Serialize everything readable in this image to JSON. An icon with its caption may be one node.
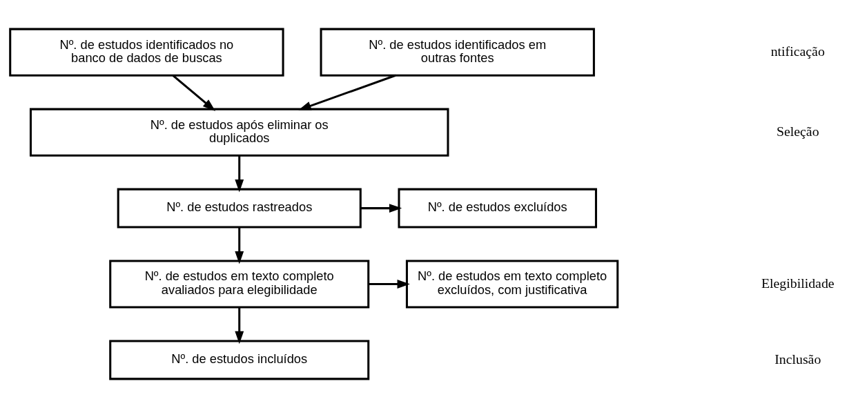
{
  "diagram": {
    "nodes": [
      {
        "text": [
          "Nº. de estudos identificados no banco de dados de buscas"
        ]
      },
      {
        "text": [
          "Nº. de estudos identificados em outras fontes"
        ]
      },
      {
        "text": [
          "Nº. de estudos após eliminar os duplicados"
        ]
      },
      {
        "text": [
          "Nº. de estudos rastreados"
        ]
      },
      {
        "text": [
          "Nº. de estudos excluídos"
        ]
      },
      {
        "text": [
          "Nº. de estudos em texto completo avaliados para elegibilidade"
        ]
      },
      {
        "text": [
          "Nº. de estudos em texto completo excluídos, com justificativa"
        ]
      },
      {
        "text": [
          "Nº. de estudos incluídos"
        ]
      }
    ],
    "edges": [
      {
        "from": 0,
        "to": 2,
        "arrow": "to"
      },
      {
        "from": 1,
        "to": 2,
        "arrow": "to"
      },
      {
        "from": 2,
        "to": 3,
        "arrow": "to"
      },
      {
        "from": 3,
        "to": 4,
        "arrow": "to"
      },
      {
        "from": 3,
        "to": 5,
        "arrow": "to"
      },
      {
        "from": 5,
        "to": 6,
        "arrow": "to"
      },
      {
        "from": 5,
        "to": 7,
        "arrow": "to"
      }
    ],
    "labels": [
      "ntificação",
      "Seleção",
      "Elegibilidade",
      "Inclusão"
    ]
  }
}
